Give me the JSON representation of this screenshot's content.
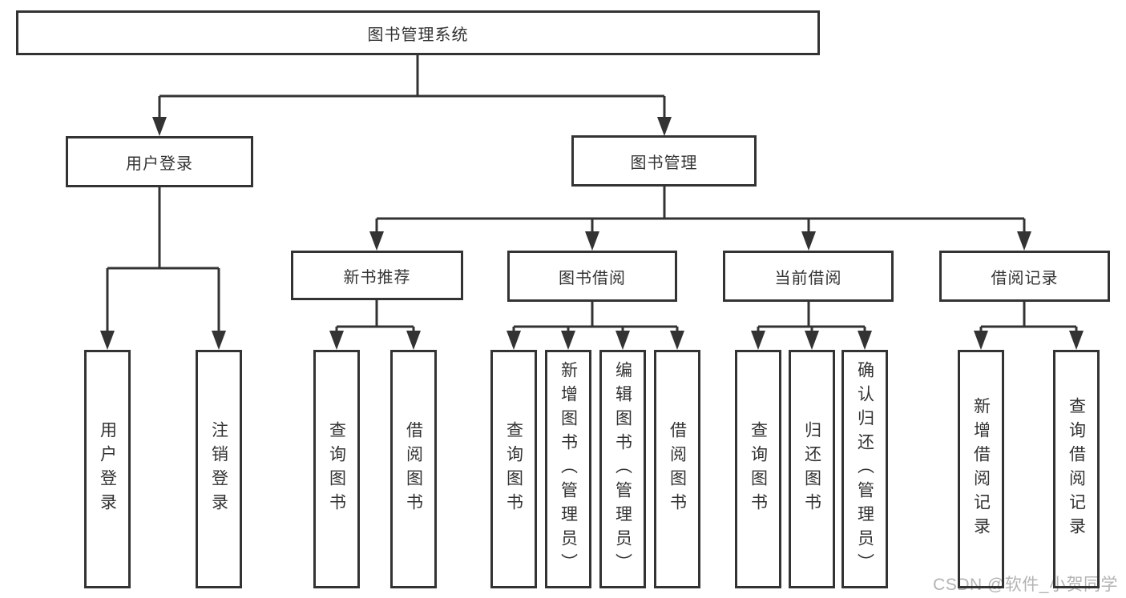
{
  "colors": {
    "line": "#333333",
    "text": "#333333",
    "box_bg": "#ffffff",
    "watermark": "#b3b3b3",
    "background": "#ffffff"
  },
  "diagram": {
    "title": "图书管理系统",
    "branches": {
      "user_login": {
        "label": "用户登录",
        "children": [
          "用户登录",
          "注销登录"
        ]
      },
      "book_management": {
        "label": "图书管理",
        "sections": [
          {
            "label": "新书推荐",
            "children": [
              "查询图书",
              "借阅图书"
            ]
          },
          {
            "label": "图书借阅",
            "children": [
              "查询图书",
              "新增图书（管理员）",
              "编辑图书（管理员）",
              "借阅图书"
            ]
          },
          {
            "label": "当前借阅",
            "children": [
              "查询图书",
              "归还图书",
              "确认归还（管理员）"
            ]
          },
          {
            "label": "借阅记录",
            "children": [
              "新增借阅记录",
              "查询借阅记录"
            ]
          }
        ]
      }
    }
  },
  "watermark": {
    "text": "CSDN @软件_小贺同学"
  }
}
